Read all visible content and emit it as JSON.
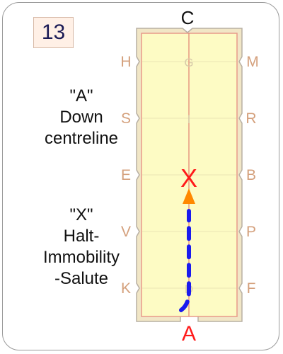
{
  "badge_number": "13",
  "instructions": {
    "a_block": [
      "\"A\"",
      "Down",
      "centreline"
    ],
    "x_block": [
      "\"X\"",
      "Halt-",
      "Immobility",
      "-Salute"
    ]
  },
  "arena": {
    "top_letter": "C",
    "bottom_letter": "A",
    "left_letters": [
      "H",
      "S",
      "E",
      "V",
      "K"
    ],
    "right_letters": [
      "M",
      "R",
      "B",
      "P",
      "F"
    ],
    "inner_letters": [
      "G",
      "I",
      "D"
    ],
    "halt_marker": "X",
    "colors": {
      "surface": "#fdfbc4",
      "fence": "#f1e6c6",
      "centreline": "#e08070",
      "letters": "#d4a07c",
      "accent_red": "#ff1a1a",
      "path_blue": "#1a1aee",
      "arrow_orange": "#ff8800"
    }
  }
}
